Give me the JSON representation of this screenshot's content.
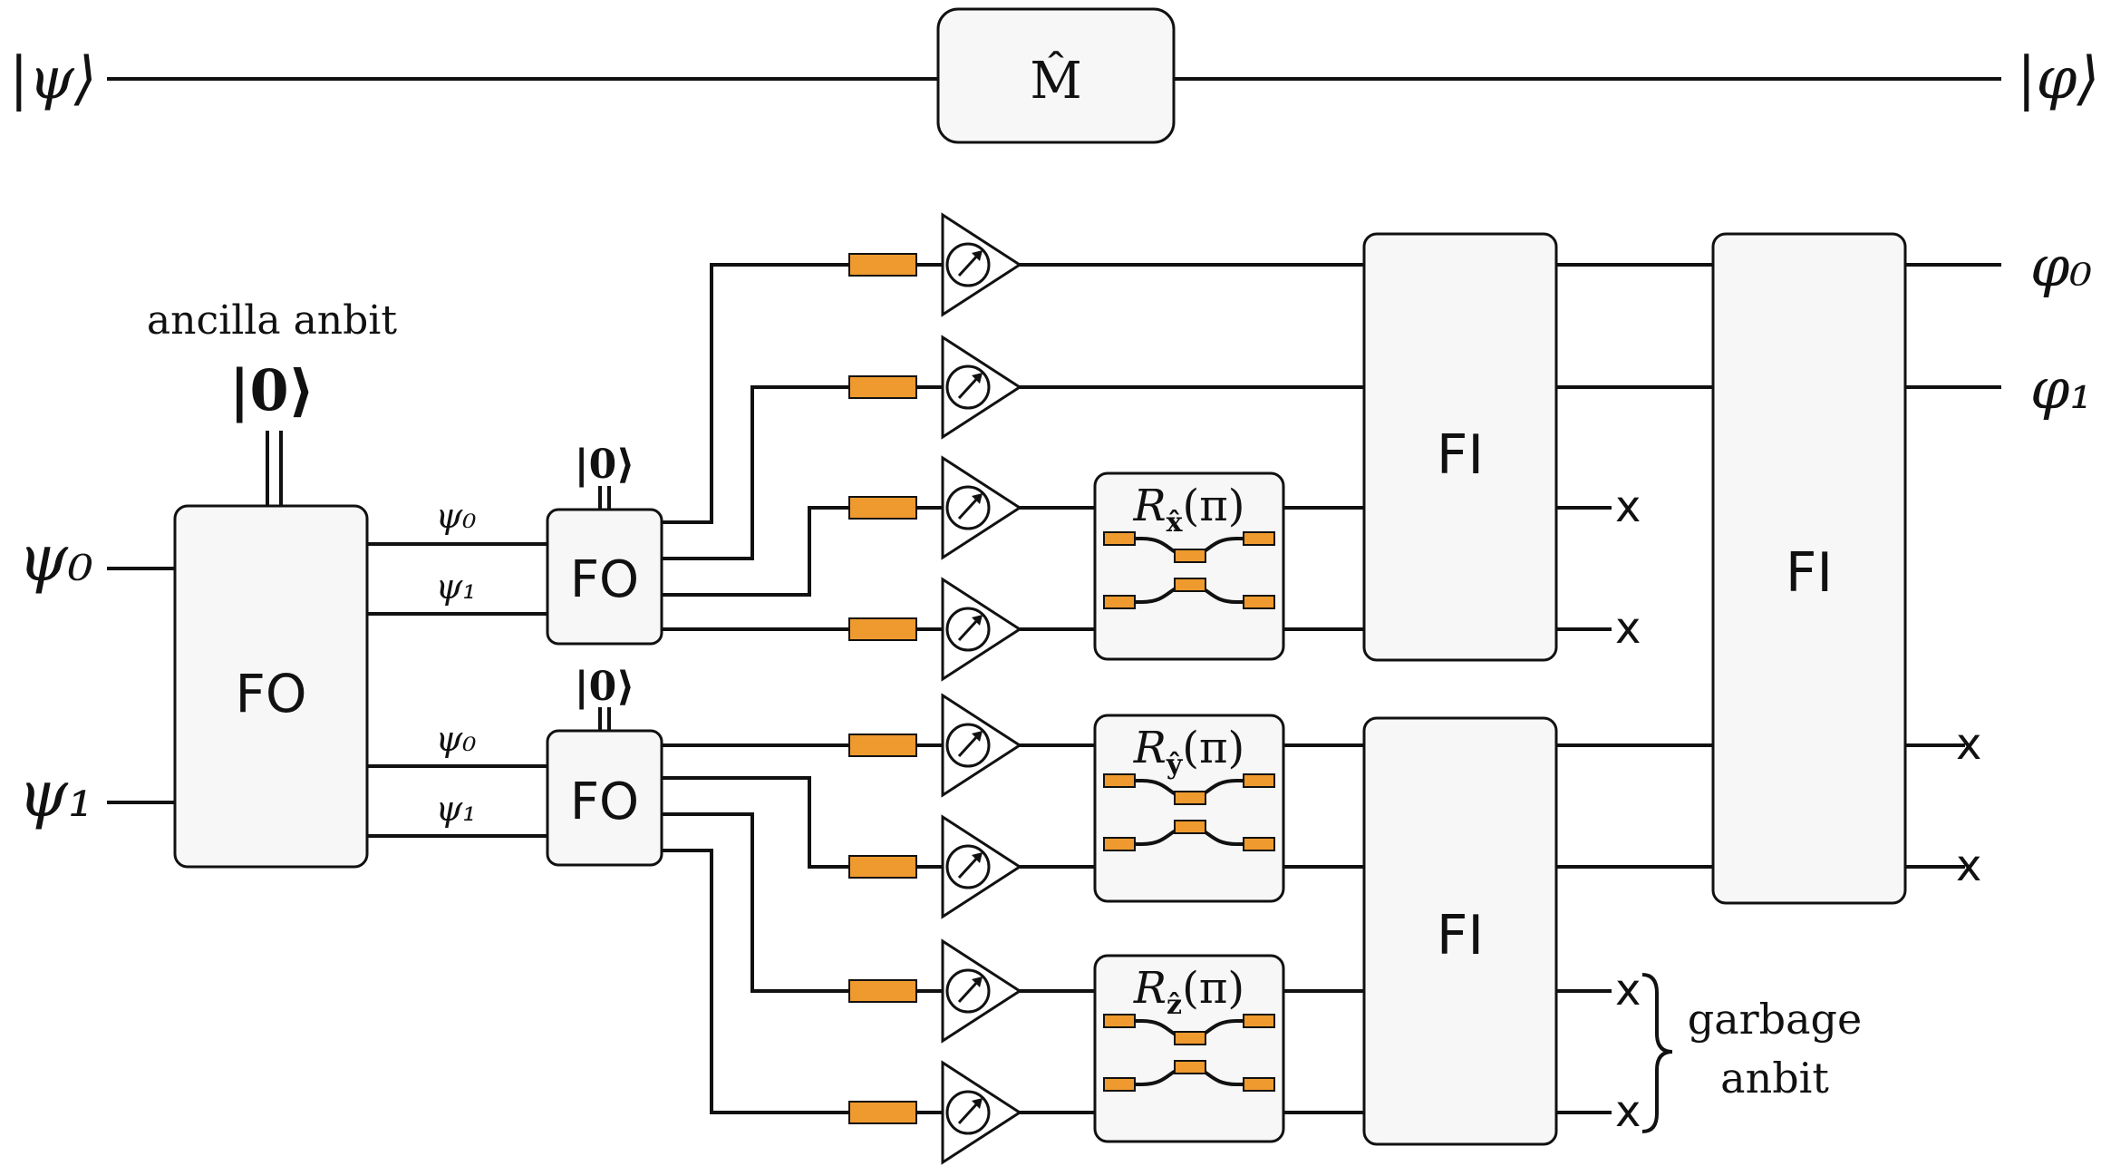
{
  "top": {
    "input_state": "|ψ⟩",
    "operator": "M̂",
    "output_state": "|φ⟩"
  },
  "inputs": {
    "psi0_main": "ψ₀",
    "psi1_main": "ψ₁",
    "psi0_small": "ψ₀",
    "psi1_small": "ψ₁"
  },
  "ancilla": {
    "label": "ancilla anbit",
    "ket_large": "|0⟩",
    "ket_small": "|0⟩"
  },
  "blocks": {
    "fo": "FO",
    "fi": "FI"
  },
  "rotations": [
    {
      "label": "R",
      "sub": "x̂",
      "arg": "(π)"
    },
    {
      "label": "R",
      "sub": "ŷ",
      "arg": "(π)"
    },
    {
      "label": "R",
      "sub": "ẑ",
      "arg": "(π)"
    }
  ],
  "outputs": {
    "phi0": "φ₀",
    "phi1": "φ₁"
  },
  "discard_mark": "x",
  "garbage": {
    "line1": "garbage",
    "line2": "anbit"
  },
  "colors": {
    "attenuator": "#ee9a2e",
    "box_fill": "#f7f7f7",
    "wire": "#111111"
  }
}
